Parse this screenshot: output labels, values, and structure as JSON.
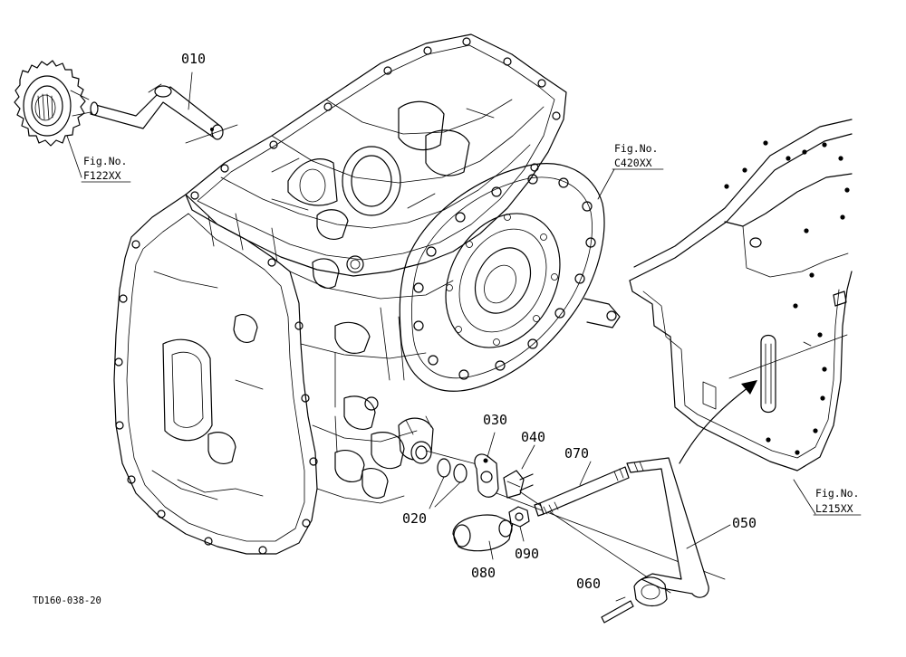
{
  "diagram_code": "TD160-038-20",
  "parts": {
    "p010": "010",
    "p020": "020",
    "p030": "030",
    "p040": "040",
    "p050": "050",
    "p060": "060",
    "p070": "070",
    "p080": "080",
    "p090": "090"
  },
  "references": {
    "gear": {
      "label": "Fig.No.",
      "code": "F122XX"
    },
    "clutch": {
      "label": "Fig.No.",
      "code": "C420XX"
    },
    "frame": {
      "label": "Fig.No.",
      "code": "L215XX"
    }
  }
}
